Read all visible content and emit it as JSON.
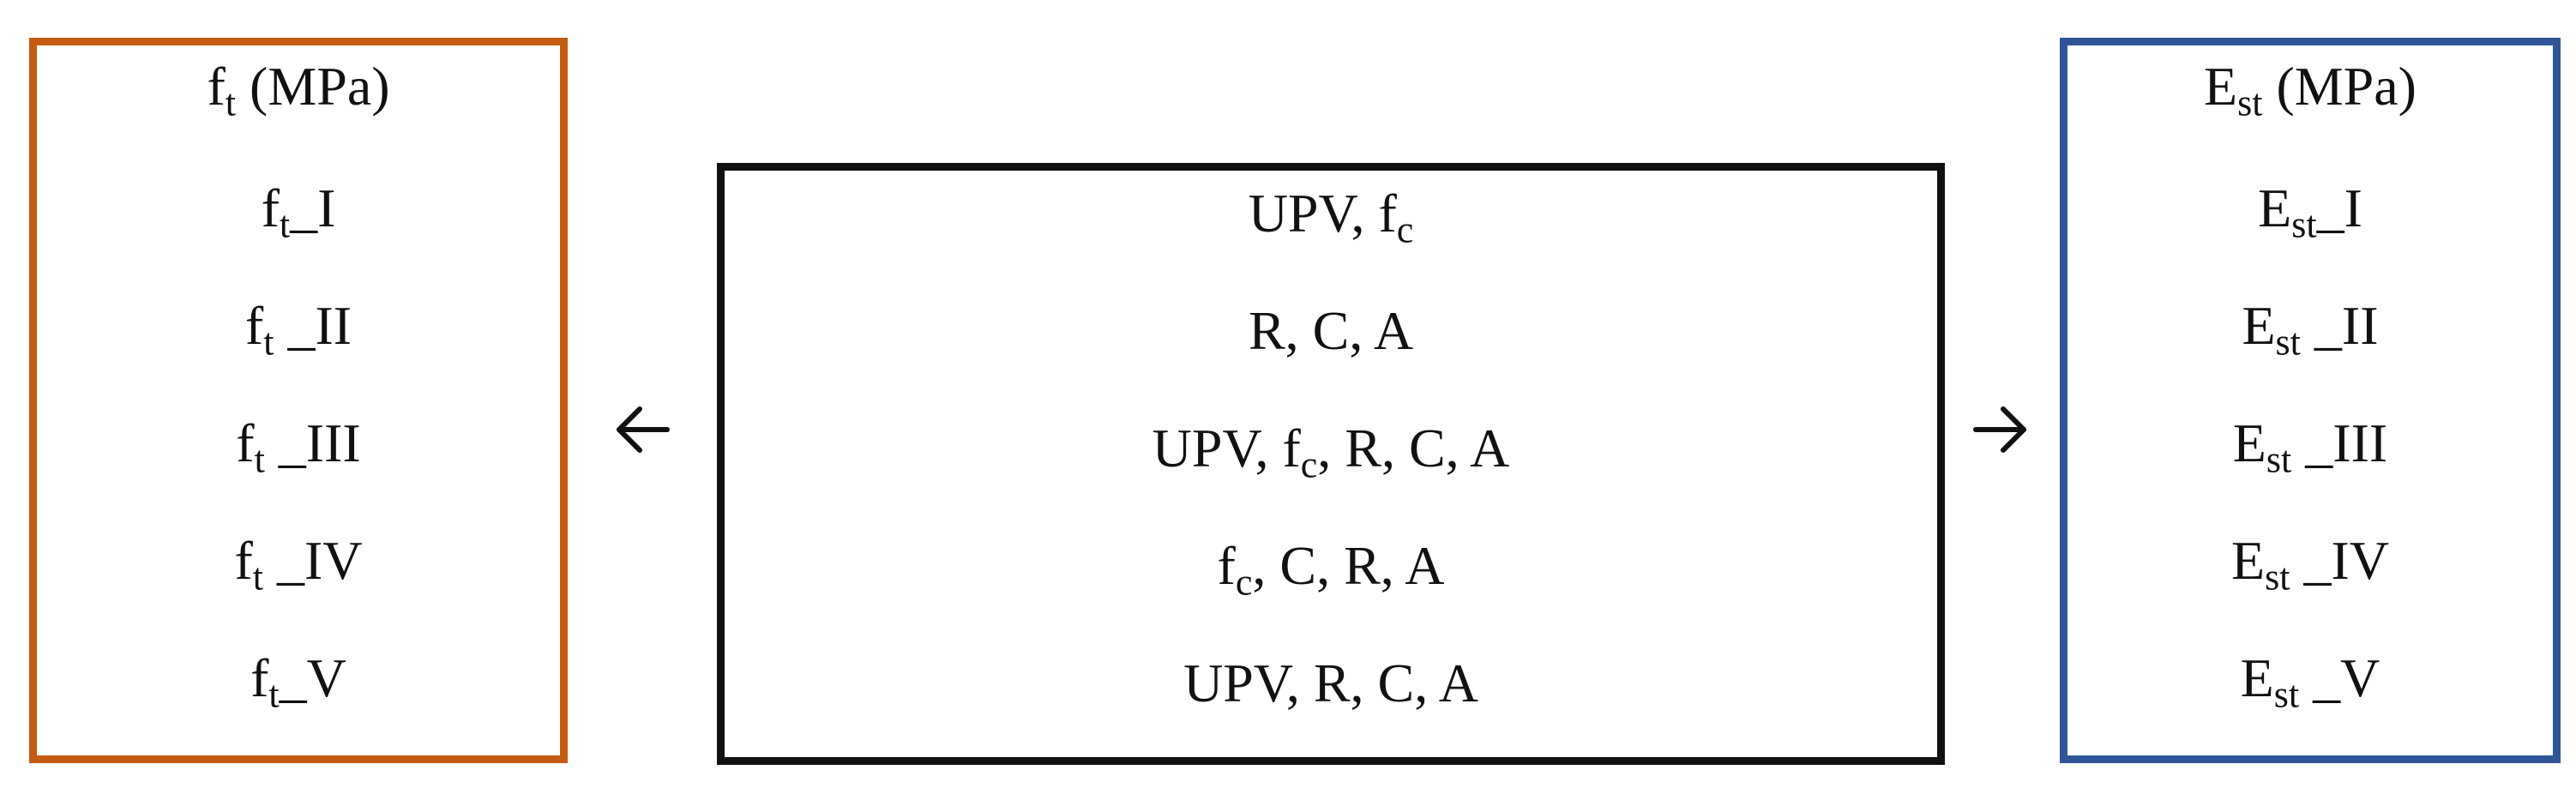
{
  "colors": {
    "left_border": "#c55a11",
    "center_border": "#111111",
    "right_border": "#2f5597"
  },
  "left_box": {
    "title": {
      "base": "f",
      "sub": "t",
      "rest": " (MPa)"
    },
    "items": [
      {
        "base": "f",
        "sub": "t",
        "rest": "_I"
      },
      {
        "base": "f",
        "sub": "t",
        "rest": " _II"
      },
      {
        "base": "f",
        "sub": "t",
        "rest": " _III"
      },
      {
        "base": "f",
        "sub": "t",
        "rest": " _IV"
      },
      {
        "base": "f",
        "sub": "t",
        "rest": "_V"
      }
    ]
  },
  "center_box": {
    "items": [
      {
        "pre": "UPV, f",
        "sub": "c",
        "rest": ""
      },
      {
        "pre": "R, C, A",
        "sub": "",
        "rest": ""
      },
      {
        "pre": "UPV, f",
        "sub": "c",
        "rest": ", R, C, A"
      },
      {
        "pre": "f",
        "sub": "c",
        "rest": ", C, R, A"
      },
      {
        "pre": "UPV, R, C, A",
        "sub": "",
        "rest": ""
      }
    ]
  },
  "right_box": {
    "title": {
      "base": "E",
      "sub": "st",
      "rest": " (MPa)"
    },
    "items": [
      {
        "base": "E",
        "sub": "st",
        "rest": "_I"
      },
      {
        "base": "E",
        "sub": "st",
        "rest": " _II"
      },
      {
        "base": "E",
        "sub": "st",
        "rest": " _III"
      },
      {
        "base": "E",
        "sub": "st",
        "rest": " _IV"
      },
      {
        "base": "E",
        "sub": "st",
        "rest": " _V"
      }
    ]
  },
  "arrows": {
    "left": "arrow-left-icon",
    "right": "arrow-right-icon"
  }
}
